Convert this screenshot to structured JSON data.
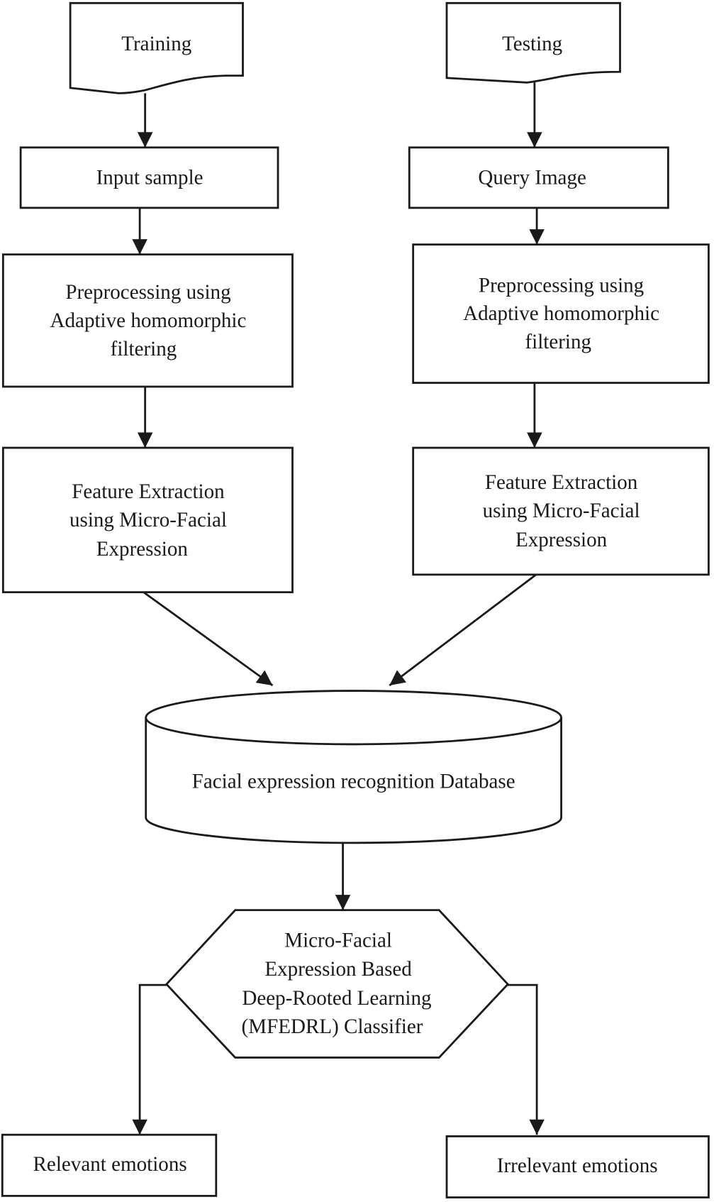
{
  "diagram": {
    "type": "flowchart",
    "nodes": {
      "training": {
        "label": "Training",
        "shape": "document"
      },
      "testing": {
        "label": "Testing",
        "shape": "document"
      },
      "input_sample": {
        "label": "Input sample",
        "shape": "rectangle"
      },
      "query_image": {
        "label": "Query Image",
        "shape": "rectangle"
      },
      "preprocess_train": {
        "lines": [
          "Preprocessing using",
          "Adaptive homomorphic",
          "filtering"
        ],
        "shape": "rectangle"
      },
      "preprocess_test": {
        "lines": [
          "Preprocessing using",
          "Adaptive homomorphic",
          "filtering"
        ],
        "shape": "rectangle"
      },
      "feature_train": {
        "lines": [
          "Feature Extraction",
          "using Micro-Facial",
          "Expression"
        ],
        "shape": "rectangle"
      },
      "feature_test": {
        "lines": [
          "Feature Extraction",
          "using Micro-Facial",
          "Expression"
        ],
        "shape": "rectangle"
      },
      "database": {
        "label": "Facial expression recognition Database",
        "shape": "cylinder"
      },
      "classifier": {
        "lines": [
          "Micro-Facial",
          "Expression Based",
          "Deep-Rooted Learning",
          "(MFEDRL) Classifier"
        ],
        "shape": "hexagon"
      },
      "relevant": {
        "label": "Relevant emotions",
        "shape": "rectangle"
      },
      "irrelevant": {
        "label": "Irrelevant emotions",
        "shape": "rectangle"
      }
    },
    "edges": [
      [
        "training",
        "input_sample"
      ],
      [
        "input_sample",
        "preprocess_train"
      ],
      [
        "preprocess_train",
        "feature_train"
      ],
      [
        "feature_train",
        "database"
      ],
      [
        "testing",
        "query_image"
      ],
      [
        "query_image",
        "preprocess_test"
      ],
      [
        "preprocess_test",
        "feature_test"
      ],
      [
        "feature_test",
        "database"
      ],
      [
        "database",
        "classifier"
      ],
      [
        "classifier",
        "relevant"
      ],
      [
        "classifier",
        "irrelevant"
      ]
    ]
  }
}
